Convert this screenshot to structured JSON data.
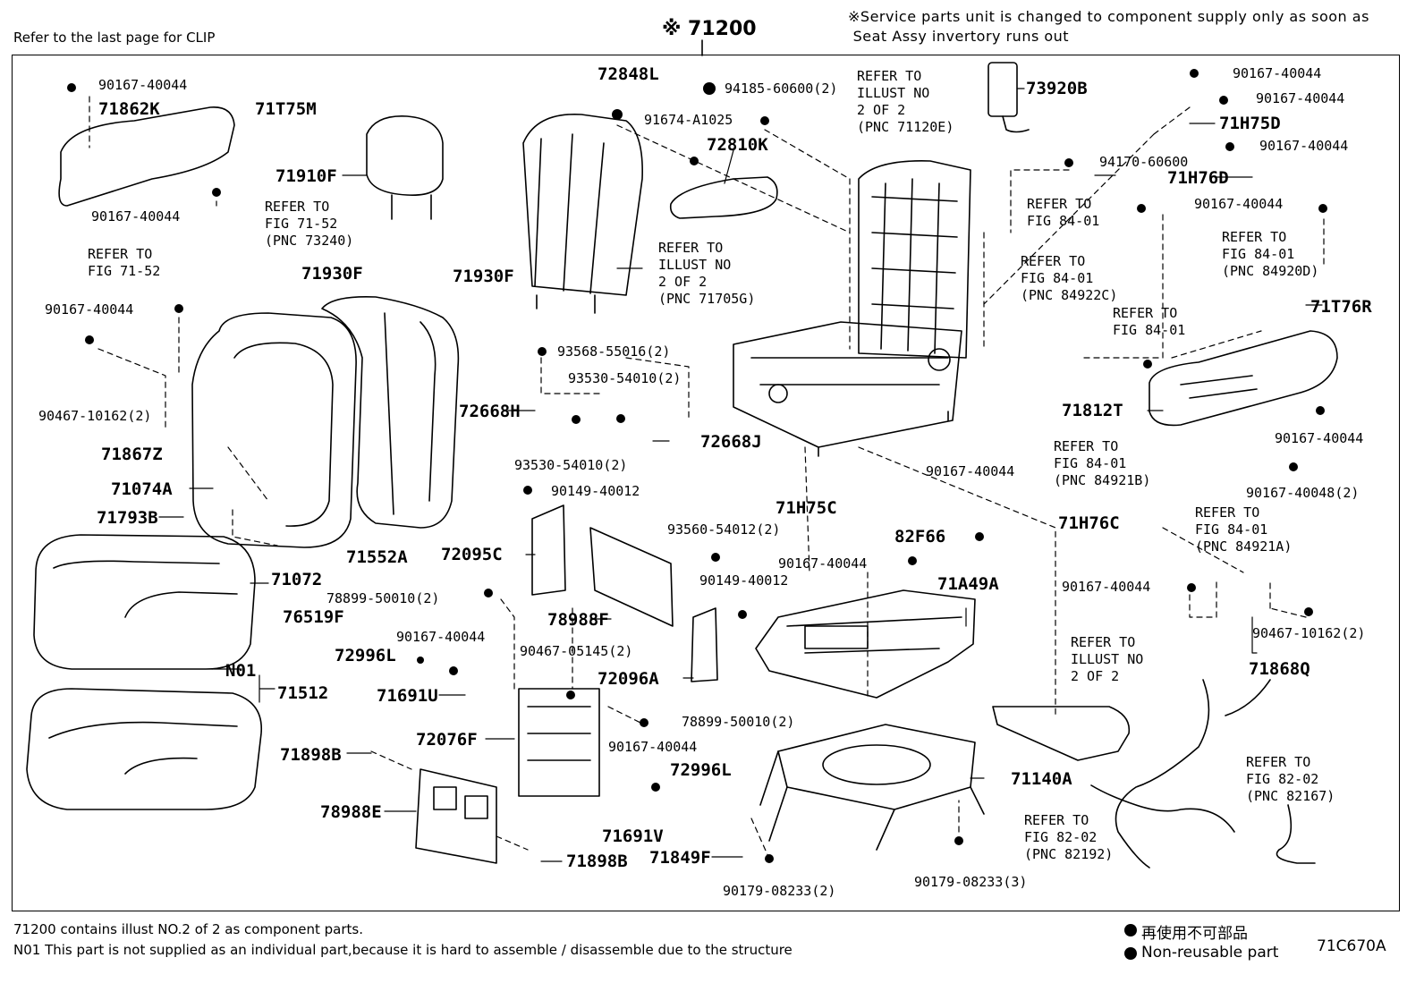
{
  "header": {
    "clip_note": "Refer to the last page for CLIP",
    "main_part": "※ 71200",
    "service_note": "※Service parts unit is changed to component supply only as soon as\n Seat Assy invertory runs out"
  },
  "parts": [
    {
      "id": "p1",
      "text": "90167-40044",
      "size": "s"
    },
    {
      "id": "p2",
      "text": "71862K",
      "size": "b"
    },
    {
      "id": "p3",
      "text": "71T75M",
      "size": "b"
    },
    {
      "id": "p4",
      "text": "71910F",
      "size": "b"
    },
    {
      "id": "p5",
      "text": "90167-40044",
      "size": "s"
    },
    {
      "id": "p6",
      "text": "REFER TO\nFIG 71-52\n(PNC 73240)",
      "size": "r"
    },
    {
      "id": "p7",
      "text": "REFER TO\nFIG 71-52",
      "size": "r"
    },
    {
      "id": "p8",
      "text": "71930F",
      "size": "b"
    },
    {
      "id": "p9",
      "text": "71930F",
      "size": "b"
    },
    {
      "id": "p10",
      "text": "90167-40044",
      "size": "s"
    },
    {
      "id": "p11",
      "text": "90467-10162(2)",
      "size": "s"
    },
    {
      "id": "p12",
      "text": "71867Z",
      "size": "b"
    },
    {
      "id": "p13",
      "text": "71074A",
      "size": "b"
    },
    {
      "id": "p14",
      "text": "71793B",
      "size": "b"
    },
    {
      "id": "p15",
      "text": "71552A",
      "size": "b"
    },
    {
      "id": "p16",
      "text": "71072",
      "size": "b"
    },
    {
      "id": "p17",
      "text": "76519F",
      "size": "b"
    },
    {
      "id": "p18",
      "text": "N01",
      "size": "b"
    },
    {
      "id": "p19",
      "text": "71512",
      "size": "b"
    },
    {
      "id": "p20",
      "text": "72848L",
      "size": "b"
    },
    {
      "id": "p21",
      "text": "94185-60600(2)",
      "size": "s"
    },
    {
      "id": "p22",
      "text": "91674-A1025",
      "size": "s"
    },
    {
      "id": "p23",
      "text": "72810K",
      "size": "b"
    },
    {
      "id": "p24",
      "text": "REFER TO\nILLUST NO\n2 OF 2\n(PNC 71705G)",
      "size": "r"
    },
    {
      "id": "p25",
      "text": "93568-55016(2)",
      "size": "s"
    },
    {
      "id": "p26",
      "text": "93530-54010(2)",
      "size": "s"
    },
    {
      "id": "p27",
      "text": "72668H",
      "size": "b"
    },
    {
      "id": "p28",
      "text": "72668J",
      "size": "b"
    },
    {
      "id": "p29",
      "text": "93530-54010(2)",
      "size": "s"
    },
    {
      "id": "p30",
      "text": "90149-40012",
      "size": "s"
    },
    {
      "id": "p31",
      "text": "72095C",
      "size": "b"
    },
    {
      "id": "p32",
      "text": "93560-54012(2)",
      "size": "s"
    },
    {
      "id": "p33",
      "text": "78899-50010(2)",
      "size": "s"
    },
    {
      "id": "p34",
      "text": "78988F",
      "size": "b"
    },
    {
      "id": "p35",
      "text": "90149-40012",
      "size": "s"
    },
    {
      "id": "p36",
      "text": "90167-40044",
      "size": "s"
    },
    {
      "id": "p37",
      "text": "72996L",
      "size": "b"
    },
    {
      "id": "p38",
      "text": "90467-05145(2)",
      "size": "s"
    },
    {
      "id": "p39",
      "text": "72096A",
      "size": "b"
    },
    {
      "id": "p40",
      "text": "71691U",
      "size": "b"
    },
    {
      "id": "p41",
      "text": "78899-50010(2)",
      "size": "s"
    },
    {
      "id": "p42",
      "text": "72076F",
      "size": "b"
    },
    {
      "id": "p43",
      "text": "90167-40044",
      "size": "s"
    },
    {
      "id": "p44",
      "text": "71898B",
      "size": "b"
    },
    {
      "id": "p45",
      "text": "72996L",
      "size": "b"
    },
    {
      "id": "p46",
      "text": "78988E",
      "size": "b"
    },
    {
      "id": "p47",
      "text": "71691V",
      "size": "b"
    },
    {
      "id": "p48",
      "text": "71849F",
      "size": "b"
    },
    {
      "id": "p49",
      "text": "71898B",
      "size": "b"
    },
    {
      "id": "p50",
      "text": "90179-08233(2)",
      "size": "s"
    },
    {
      "id": "p51",
      "text": "REFER TO\nILLUST NO\n2 OF 2\n(PNC 71120E)",
      "size": "r"
    },
    {
      "id": "p52",
      "text": "73920B",
      "size": "b"
    },
    {
      "id": "p53",
      "text": "94170-60600",
      "size": "s"
    },
    {
      "id": "p54",
      "text": "90167-40044",
      "size": "s"
    },
    {
      "id": "p55",
      "text": "90167-40044",
      "size": "s"
    },
    {
      "id": "p56",
      "text": "71H75D",
      "size": "b"
    },
    {
      "id": "p57",
      "text": "90167-40044",
      "size": "s"
    },
    {
      "id": "p58",
      "text": "71H76D",
      "size": "b"
    },
    {
      "id": "p59",
      "text": "90167-40044",
      "size": "s"
    },
    {
      "id": "p60",
      "text": "REFER TO\nFIG 84-01",
      "size": "r"
    },
    {
      "id": "p61",
      "text": "REFER TO\nFIG 84-01\n(PNC 84920D)",
      "size": "r"
    },
    {
      "id": "p62",
      "text": "REFER TO\nFIG 84-01\n(PNC 84922C)",
      "size": "r"
    },
    {
      "id": "p63",
      "text": "REFER TO\nFIG 84-01",
      "size": "r"
    },
    {
      "id": "p64",
      "text": "71T76R",
      "size": "b"
    },
    {
      "id": "p65",
      "text": "71812T",
      "size": "b"
    },
    {
      "id": "p66",
      "text": "90167-40044",
      "size": "s"
    },
    {
      "id": "p67",
      "text": "REFER TO\nFIG 84-01\n(PNC 84921B)",
      "size": "r"
    },
    {
      "id": "p68",
      "text": "90167-40044",
      "size": "s"
    },
    {
      "id": "p69",
      "text": "90167-40048(2)",
      "size": "s"
    },
    {
      "id": "p70",
      "text": "REFER TO\nFIG 84-01\n(PNC 84921A)",
      "size": "r"
    },
    {
      "id": "p71",
      "text": "71H75C",
      "size": "b"
    },
    {
      "id": "p72",
      "text": "82F66",
      "size": "b"
    },
    {
      "id": "p73",
      "text": "71H76C",
      "size": "b"
    },
    {
      "id": "p74",
      "text": "90167-40044",
      "size": "s"
    },
    {
      "id": "p75",
      "text": "71A49A",
      "size": "b"
    },
    {
      "id": "p76",
      "text": "90167-40044",
      "size": "s"
    },
    {
      "id": "p77",
      "text": "90467-10162(2)",
      "size": "s"
    },
    {
      "id": "p78",
      "text": "71868Q",
      "size": "b"
    },
    {
      "id": "p79",
      "text": "REFER TO\nILLUST NO\n2 OF 2",
      "size": "r"
    },
    {
      "id": "p80",
      "text": "71140A",
      "size": "b"
    },
    {
      "id": "p81",
      "text": "REFER TO\nFIG 82-02\n(PNC 82167)",
      "size": "r"
    },
    {
      "id": "p82",
      "text": "REFER TO\nFIG 82-02\n(PNC 82192)",
      "size": "r"
    },
    {
      "id": "p83",
      "text": "90179-08233(3)",
      "size": "s"
    }
  ],
  "footer": {
    "note1": "71200 contains illust NO.2 of 2 as component parts.",
    "note2": "N01 This part is not supplied as an individual part,because it is hard to assemble / disassemble due to the structure",
    "legend_jp": "再使用不可部品",
    "legend_en": "Non-reusable part",
    "fig_code": "71C670A"
  }
}
